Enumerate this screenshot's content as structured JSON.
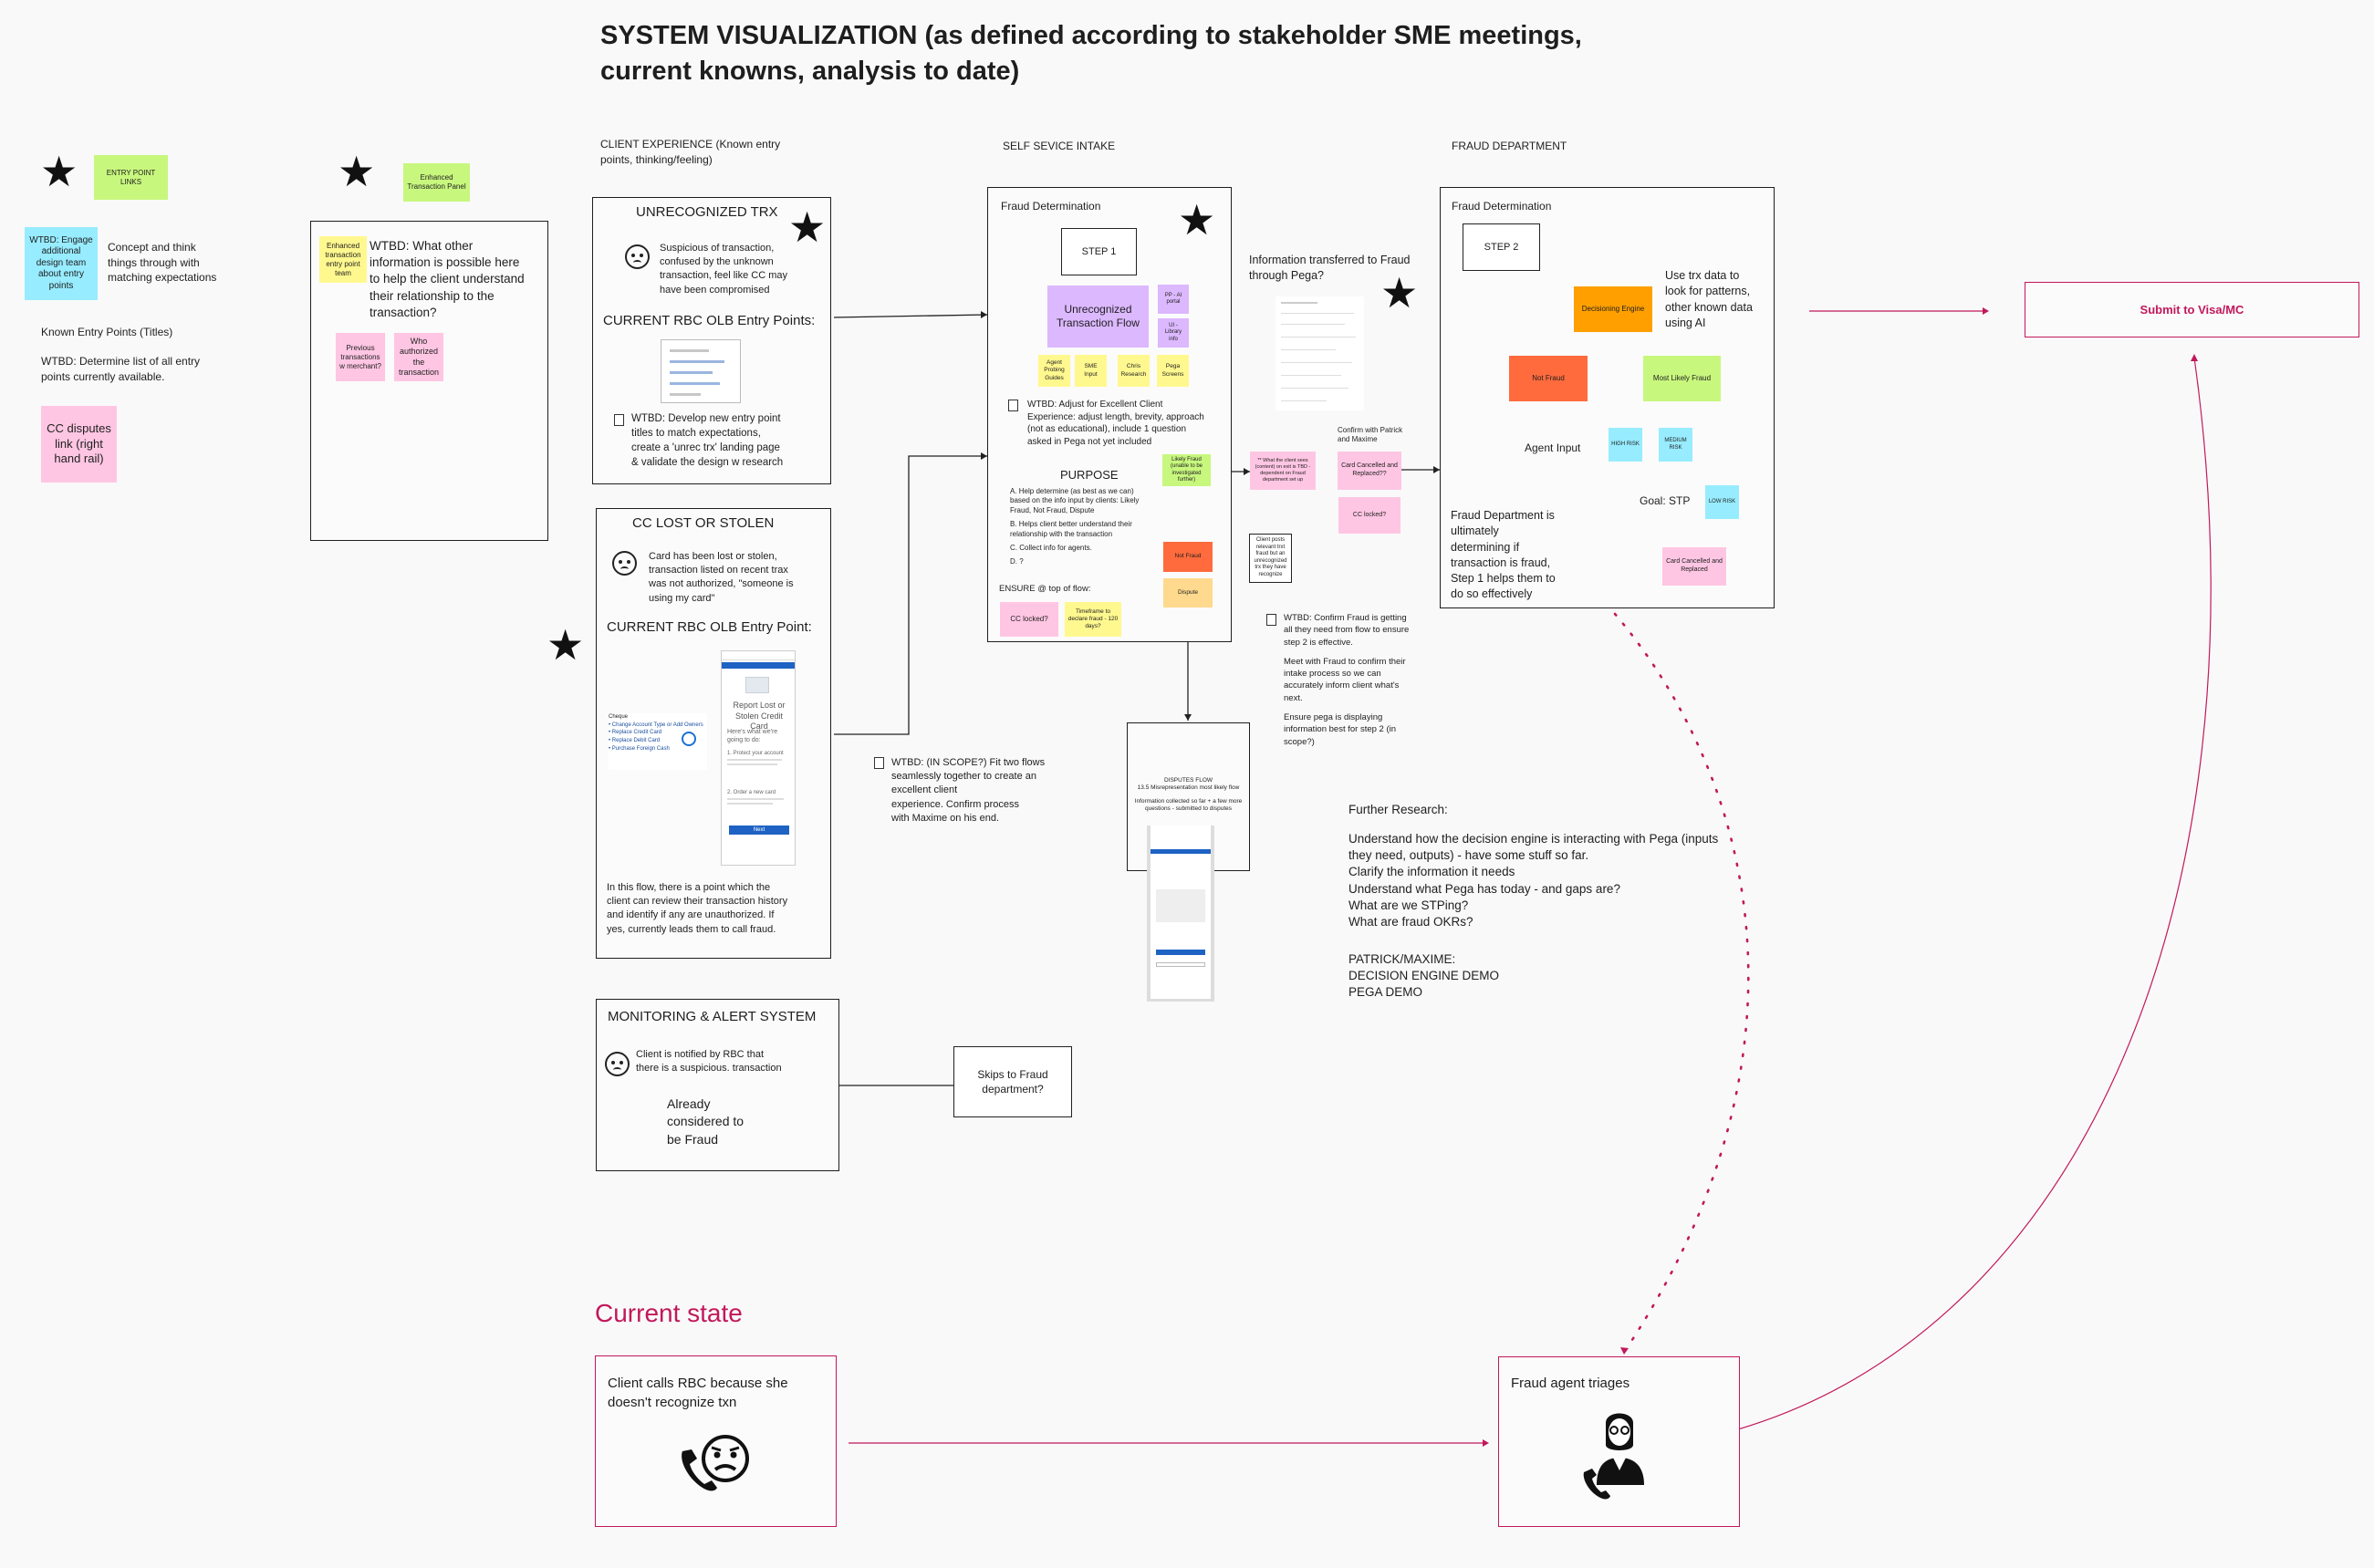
{
  "title": [
    "SYSTEM VISUALIZATION (as defined according to stakeholder SME meetings,",
    "current knowns, analysis to date)"
  ],
  "columns": {
    "client": [
      "CLIENT EXPERIENCE (Known entry",
      "points, thinking/feeling)"
    ],
    "self_service": "SELF SEVICE INTAKE",
    "fraud": "FRAUD DEPARTMENT"
  },
  "left": {
    "entry_point_links": "ENTRY POINT LINKS",
    "wtbd_engage": "WTBD: Engage additional design team about entry points",
    "concept": [
      "Concept and think",
      "things through with",
      "matching expectations"
    ],
    "known_entry": "Known Entry Points (Titles)",
    "wtbd_list": [
      "WTBD: Determine list of all entry",
      "points currently available."
    ],
    "cc_disputes": "CC disputes link (right hand rail)"
  },
  "enhanced": {
    "panel_sticky": "Enhanced Transaction Panel",
    "entry_team": "Enhanced transaction entry point team",
    "wtbd": [
      "WTBD: What other",
      "information is possible here",
      "to help the client understand",
      "their relationship to the",
      "transaction?"
    ],
    "previous": "Previous transactions w merchant?",
    "who": "Who authorized the transaction"
  },
  "unrec": {
    "title": "UNRECOGNIZED TRX",
    "desc": [
      "Suspicious of transaction,",
      "confused by the unknown",
      "transaction, feel like CC may",
      "have been compromised"
    ],
    "entry_label": "CURRENT RBC OLB Entry Points:",
    "wtbd": [
      "WTBD: Develop new entry point",
      "titles to match expectations,",
      "create a 'unrec trx' landing page",
      "& validate the design w research"
    ]
  },
  "lost": {
    "title": "CC LOST OR STOLEN",
    "desc": [
      "Card has been lost or stolen,",
      "transaction listed on recent trax",
      "was not authorized, \"someone is",
      "using my card\""
    ],
    "entry_label": "CURRENT RBC OLB Entry Point:",
    "menu": [
      "Cheque",
      "• Change Account Type or Add Owners",
      "• Replace Credit Card",
      "• Replace Debit Card",
      "• Purchase Foreign Cash"
    ],
    "mock_title": [
      "Report Lost or",
      "Stolen Credit Card"
    ],
    "mock_sub": [
      "Here's what we're",
      "going to do:"
    ],
    "mock_steps": [
      "1. Protect your account",
      "2. Order a new card"
    ],
    "mock_button": "Next",
    "flow": [
      "In this flow, there is a point which the",
      "client can review their transaction history",
      "and identify if any are unauthorized. If",
      "yes, currently leads them to call fraud."
    ]
  },
  "monitoring": {
    "title": "MONITORING & ALERT SYSTEM",
    "desc": [
      "Client is notified by RBC that",
      "there is a suspicious. transaction"
    ],
    "already": [
      "Already",
      "considered to",
      "be Fraud"
    ],
    "skips": [
      "Skips to Fraud",
      "department?"
    ]
  },
  "self_service": {
    "frame_title": "Fraud Determination",
    "step": "STEP 1",
    "unrec_flow": "Unrecognized Transaction Flow",
    "p1": "PP - AI portal",
    "p2": "UI - Library info",
    "stickies": [
      "Agent Probing Guides",
      "SME Input",
      "Chris Research",
      "Pega Screens"
    ],
    "wtbd": [
      "WTBD: Adjust for Excellent Client",
      "Experience: adjust length, brevity, approach",
      "(not as educational), include 1 question",
      "asked in Pega not yet included"
    ],
    "purpose": "PURPOSE",
    "purpose_a": [
      "A. Help determine (as best as we can)",
      "based on the info input by clients: Likely",
      "Fraud, Not Fraud, Dispute"
    ],
    "purpose_b": [
      "B. Helps client better understand their",
      "relationship with the transaction"
    ],
    "purpose_c": "C. Collect info for agents.",
    "purpose_d": "D. ?",
    "ensure": "ENSURE @ top of flow:",
    "cc_locked": "CC locked?",
    "timeframe": "Timeframe to declare fraud - 120 days?",
    "likely_fraud": "Likely Fraud (unable to be investigated further)",
    "not_fraud": "Not Fraud",
    "dispute": "Dispute",
    "client_posts": "Client posts relevant trxt fraud but an unrecognized trx they have recognize",
    "info_transfer": [
      "Information transferred to Fraud",
      "through Pega?"
    ],
    "what_client": "** What the client sees (content) on exit is TBD - dependent on Fraud department set up",
    "confirm_patrick": [
      "Confirm with Patrick",
      "and Maxime"
    ],
    "card_cancel": "Card Cancelled and Replaced??",
    "cc_locked2": "CC locked?",
    "wtbd_confirm": [
      "WTBD: Confirm Fraud is getting",
      "all they need from flow to ensure",
      "step 2 is effective."
    ],
    "meet": [
      "Meet with Fraud to confirm their",
      "intake process so we can",
      "accurately inform client what's",
      "next."
    ],
    "ensure_pega": [
      "Ensure pega is displaying",
      "information best for step 2 (in",
      "scope?)"
    ],
    "wtbd_scope": [
      "WTBD: (IN SCOPE?) Fit two flows",
      "seamlessly together to create an",
      "excellent client",
      "experience. Confirm process",
      "with Maxime on his end."
    ],
    "disputes_title": "DISPUTES FLOW",
    "disputes_sub": "13.5 Misrepresentation most likely flow",
    "disputes_desc": "Information collected so far + a few more questions - submitted to disputes"
  },
  "fraud": {
    "frame_title": "Fraud Determination",
    "step": "STEP 2",
    "trx_data": [
      "Use trx data to",
      "look for patterns,",
      "other known data",
      "using AI"
    ],
    "engine": "Decisioning Engine",
    "not_fraud": "Not Fraud",
    "most_likely": "Most Likely Fraud",
    "agent_input": "Agent Input",
    "high": "HIGH RISK",
    "medium": "MEDIUM RISK",
    "low": "LOW RISK",
    "goal": "Goal: STP",
    "dept": [
      "Fraud Department is",
      "ultimately",
      "determining if",
      "transaction is fraud,",
      "Step 1 helps them to",
      "do so effectively"
    ],
    "card_cancel": "Card Cancelled and Replaced",
    "submit": "Submit to Visa/MC"
  },
  "research": {
    "title": "Further Research:",
    "lines": [
      "Understand how the decision engine is interacting with Pega (inputs",
      "they need, outputs) - have some stuff so far.",
      "Clarify the information it needs",
      "Understand what Pega has today - and gaps are?",
      "What are we STPing?",
      "What are fraud OKRs?"
    ],
    "demos": [
      "PATRICK/MAXIME:",
      "DECISION ENGINE DEMO",
      "PEGA DEMO"
    ]
  },
  "current_state": {
    "label": "Current state",
    "client_calls": [
      "Client calls RBC because she",
      "doesn't recognize txn"
    ],
    "agent_triages": "Fraud agent triages"
  },
  "colors": {
    "accent": "#c2185b",
    "yellow": "#fff88f",
    "green": "#c8f77e",
    "pink": "#ffc6e3",
    "blue": "#97ecff",
    "purple": "#dcb8ff",
    "red_orange": "#ff6b3d",
    "orange": "#ff9f00"
  },
  "icons": [
    "star-icon",
    "confused-face-icon",
    "document-icon",
    "phone-sad-face-icon",
    "phone-agent-icon"
  ]
}
